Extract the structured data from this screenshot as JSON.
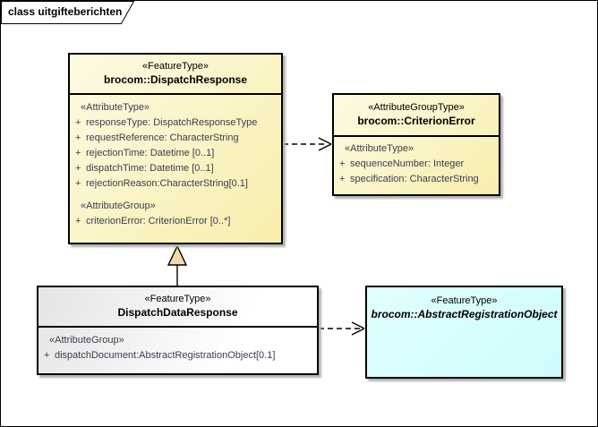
{
  "frame": {
    "title": "class uitgifteberichten"
  },
  "colors": {
    "attribute_text": "#3c3c50",
    "class_fill": "#f7eeac",
    "class_fill_light": "#fdfae2",
    "abstract_fill": "#cdfcfc",
    "plain_fill": "#ffffff",
    "generalization_fill": "#f0d9a9"
  },
  "classes": [
    {
      "stereotype": "«FeatureType»",
      "name": "brocom::DispatchResponse",
      "compartments": [
        {
          "heading": "«AttributeType»",
          "items": [
            {
              "vis": "+",
              "text": "responseType: DispatchResponseType"
            },
            {
              "vis": "+",
              "text": "requestReference: CharacterString"
            },
            {
              "vis": "+",
              "text": "rejectionTime: Datetime [0..1]"
            },
            {
              "vis": "+",
              "text": "dispatchTime: Datetime [0..1]"
            },
            {
              "vis": "+",
              "text": "rejectionReason:CharacterString[0.1]"
            }
          ]
        },
        {
          "heading": "«AttributeGroup»",
          "items": [
            {
              "vis": "+",
              "text": "criterionError: CriterionError [0..*]"
            }
          ]
        }
      ]
    },
    {
      "stereotype": "«AttributeGroupType»",
      "name": "brocom::CriterionError",
      "compartments": [
        {
          "heading": "«AttributeType»",
          "items": [
            {
              "vis": "+",
              "text": "sequenceNumber: Integer"
            },
            {
              "vis": "+",
              "text": "specification: CharacterString"
            }
          ]
        }
      ]
    },
    {
      "stereotype": "«FeatureType»",
      "name": "DispatchDataResponse",
      "compartments": [
        {
          "heading": "«AttributeGroup»",
          "items": [
            {
              "vis": "+",
              "text": "dispatchDocument:AbstractRegistrationObject[0.1]"
            }
          ]
        }
      ]
    },
    {
      "stereotype": "«FeatureType»",
      "name": "brocom::AbstractRegistrationObject",
      "compartments": []
    }
  ],
  "relationships": [
    {
      "type": "dependency",
      "from": "brocom::DispatchResponse",
      "to": "brocom::CriterionError",
      "line": "dashed",
      "arrow": "open"
    },
    {
      "type": "generalization",
      "from": "DispatchDataResponse",
      "to": "brocom::DispatchResponse",
      "line": "solid",
      "arrow": "hollow-triangle"
    },
    {
      "type": "dependency",
      "from": "DispatchDataResponse",
      "to": "brocom::AbstractRegistrationObject",
      "line": "dashed",
      "arrow": "open"
    }
  ]
}
